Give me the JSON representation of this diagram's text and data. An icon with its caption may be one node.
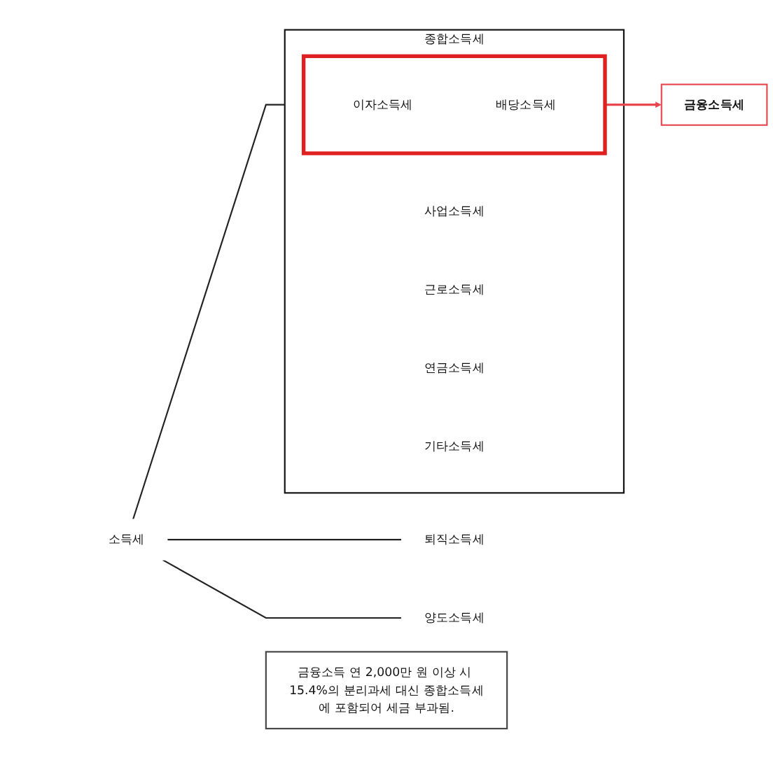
{
  "diagram": {
    "nodes": [
      {
        "text": [
          "소득세"
        ]
      },
      {
        "text": [
          "종합소득세"
        ]
      },
      {
        "text": [
          "퇴직소득세"
        ]
      },
      {
        "text": [
          "양도소득세"
        ]
      },
      {
        "text": [],
        "shape": "box",
        "in": 1
      },
      {
        "text": [
          "이자소득세"
        ],
        "in": 4
      },
      {
        "text": [
          "배당소득세"
        ],
        "in": 4
      },
      {
        "text": [
          "사업소득세"
        ],
        "in": 1
      },
      {
        "text": [
          "근로소득세"
        ],
        "in": 1
      },
      {
        "text": [
          "연금소득세"
        ],
        "in": 1
      },
      {
        "text": [
          "기타소득세"
        ],
        "in": 1
      },
      {
        "text": [
          "금융소득세"
        ]
      },
      {
        "text": [
          "금융소득 연 2,000만 원 이상 시 15.4%의 분리과세 대신 종합소득세에 포함되어 세금 부과됨."
        ]
      }
    ],
    "edges": [
      {
        "from": 0,
        "to": 1,
        "arrow": "none"
      },
      {
        "from": 0,
        "to": 2,
        "arrow": "none"
      },
      {
        "from": 0,
        "to": 3,
        "arrow": "none"
      },
      {
        "from": 4,
        "to": 11,
        "arrow": "to",
        "color": "#e8474f"
      }
    ]
  }
}
